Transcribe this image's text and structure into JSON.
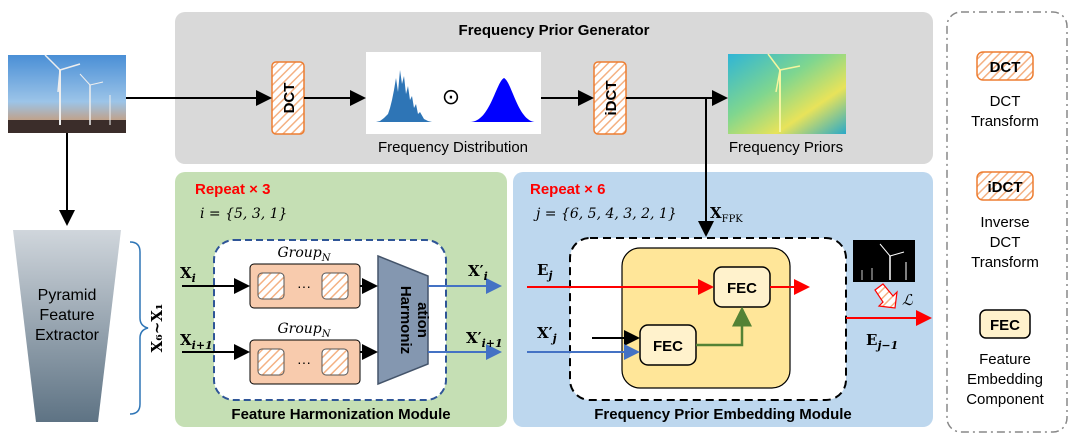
{
  "fpg": {
    "title": "Frequency Prior Generator",
    "dct": "DCT",
    "idct": "iDCT",
    "odot": "⊙",
    "freq_dist": "Frequency Distribution",
    "freq_priors": "Frequency Priors"
  },
  "pyramid": {
    "line1": "Pyramid",
    "line2": "Feature",
    "line3": "Extractor",
    "range_label": "X₆~X₁"
  },
  "fhm": {
    "repeat": "Repeat × 3",
    "index": "i = {5, 3, 1}",
    "group_label": "Group",
    "group_sub": "N",
    "dots": "···",
    "in_top": "X",
    "in_top_sub": "i",
    "in_bot": "X",
    "in_bot_sub": "i+1",
    "out_top": "X′",
    "out_top_sub": "i",
    "out_bot": "X′",
    "out_bot_sub": "i+1",
    "harmon_line1": "Harmoniz",
    "harmon_line2": "ation",
    "title": "Feature Harmonization Module"
  },
  "fpem": {
    "repeat": "Repeat × 6",
    "index": "j = {6, 5, 4, 3, 2, 1}",
    "xfpk": "X",
    "xfpk_sub": "FPK",
    "ej": "E",
    "ej_sub": "j",
    "xj": "X′",
    "xj_sub": "j",
    "fec": "FEC",
    "ej1": "E",
    "ej1_sub": "j−1",
    "loss": "ℒ",
    "title": "Frequency Prior Embedding Module"
  },
  "legend": {
    "dct_tag": "DCT",
    "dct_l1": "DCT",
    "dct_l2": "Transform",
    "idct_tag": "iDCT",
    "idct_l1": "Inverse",
    "idct_l2": "DCT",
    "idct_l3": "Transform",
    "fec_tag": "FEC",
    "fec_l1": "Feature",
    "fec_l2": "Embedding",
    "fec_l3": "Component"
  },
  "colors": {
    "gray_panel": "#d9d9d9",
    "green_panel": "#c5dfb4",
    "blue_panel": "#bdd7ee",
    "orange_box": "#f4b183",
    "fec_fill": "#fff2cc",
    "red_arrow": "#ff0000",
    "blue_arrow": "#4472c4",
    "green_arrow": "#548235",
    "repeat_red": "#ff0000"
  }
}
